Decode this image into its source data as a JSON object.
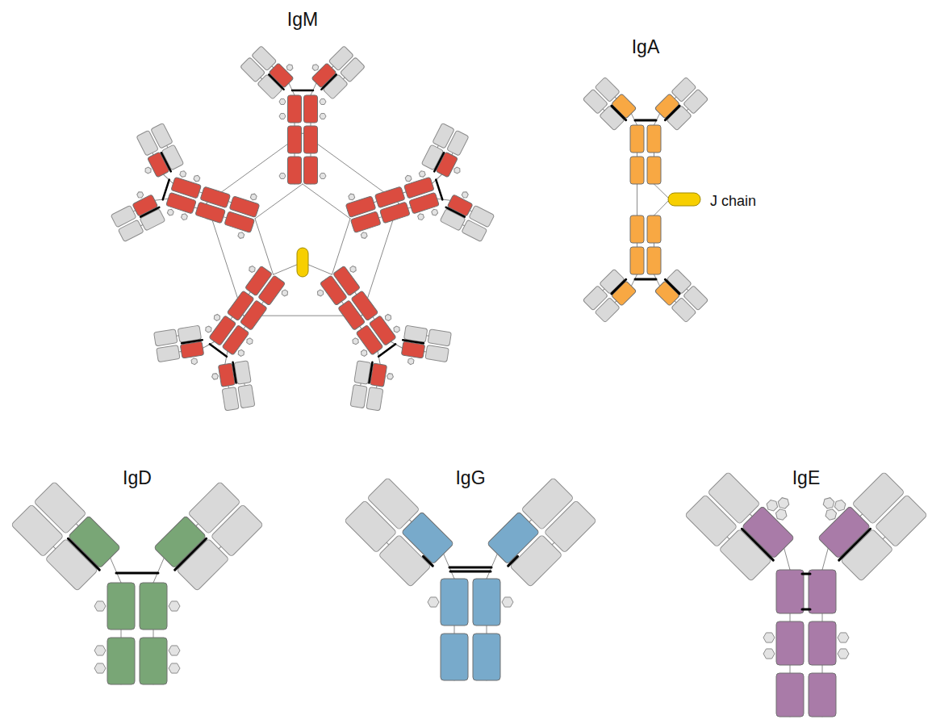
{
  "diagram": {
    "labels": [
      "IgM",
      "IgA",
      "J chain",
      "IgD",
      "IgG",
      "IgE"
    ]
  }
}
